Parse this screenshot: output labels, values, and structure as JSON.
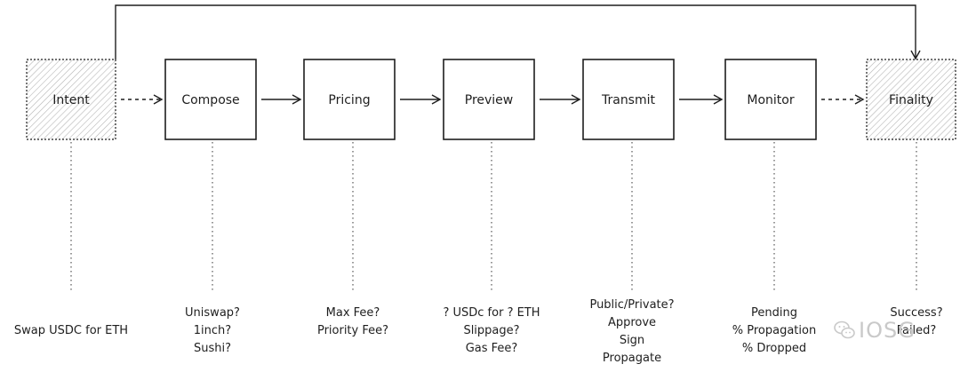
{
  "stages": [
    {
      "id": "intent",
      "label": "Intent",
      "hatched": true
    },
    {
      "id": "compose",
      "label": "Compose",
      "hatched": false
    },
    {
      "id": "pricing",
      "label": "Pricing",
      "hatched": false
    },
    {
      "id": "preview",
      "label": "Preview",
      "hatched": false
    },
    {
      "id": "transmit",
      "label": "Transmit",
      "hatched": false
    },
    {
      "id": "monitor",
      "label": "Monitor",
      "hatched": false
    },
    {
      "id": "finality",
      "label": "Finality",
      "hatched": true
    }
  ],
  "connectors": [
    {
      "from": "intent",
      "to": "compose",
      "style": "dashed"
    },
    {
      "from": "compose",
      "to": "pricing",
      "style": "solid"
    },
    {
      "from": "pricing",
      "to": "preview",
      "style": "solid"
    },
    {
      "from": "preview",
      "to": "transmit",
      "style": "solid"
    },
    {
      "from": "transmit",
      "to": "monitor",
      "style": "solid"
    },
    {
      "from": "monitor",
      "to": "finality",
      "style": "dashed"
    },
    {
      "from": "intent",
      "to": "finality",
      "style": "solid",
      "route": "over-top"
    }
  ],
  "notes": [
    {
      "stage": "intent",
      "lines": [
        "Swap USDC for ETH"
      ]
    },
    {
      "stage": "compose",
      "lines": [
        "Uniswap?",
        "1inch?",
        "Sushi?"
      ]
    },
    {
      "stage": "pricing",
      "lines": [
        "Max Fee?",
        "Priority Fee?"
      ]
    },
    {
      "stage": "preview",
      "lines": [
        "? USDc for ? ETH",
        "Slippage?",
        "Gas Fee?"
      ]
    },
    {
      "stage": "transmit",
      "lines": [
        "Public/Private?",
        "Approve",
        "Sign",
        "Propagate"
      ]
    },
    {
      "stage": "monitor",
      "lines": [
        "Pending",
        "% Propagation",
        "% Dropped"
      ]
    },
    {
      "stage": "finality",
      "lines": [
        "Success?",
        "Failed?"
      ]
    }
  ],
  "watermark": {
    "text": "IOSG",
    "icon": "wechat-icon"
  },
  "colors": {
    "stroke": "#1e1e1e",
    "hatch": "#b5b5b5",
    "watermark": "#c9c9c9"
  }
}
